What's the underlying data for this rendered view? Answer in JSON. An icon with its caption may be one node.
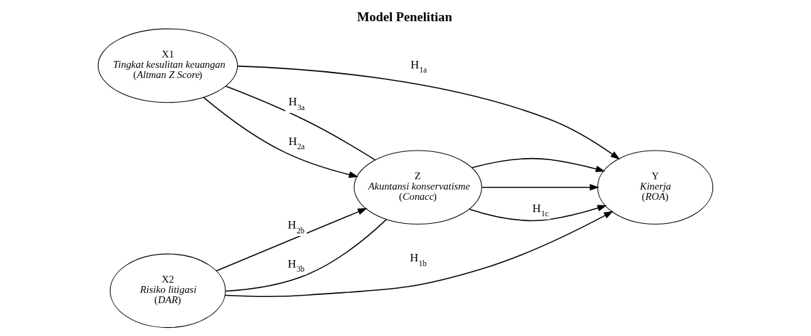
{
  "diagram": {
    "title": "Model Penelitian",
    "nodes": [
      {
        "text": [
          "X1",
          "*Tingkat kesulitan keuangan*",
          "(*Altman Z Score*)"
        ]
      },
      {
        "text": [
          "X2",
          "*Risiko litigasi*",
          "(*DAR*)"
        ]
      },
      {
        "text": [
          "Z",
          "*Akuntansi konservatisme*",
          "(*Conacc*)"
        ]
      },
      {
        "text": [
          "Y",
          "*Kinerja*",
          "(*ROA*)"
        ]
      }
    ],
    "edges": [
      {
        "from": 0,
        "to": 3,
        "arrow": "to",
        "label": "H$_{1a}$"
      },
      {
        "from": 0,
        "to": 2,
        "arrow": "none",
        "label": "H$_{3a}$"
      },
      {
        "from": 0,
        "to": 2,
        "arrow": "to",
        "label": "H$_{2a}$"
      },
      {
        "from": 1,
        "to": 2,
        "arrow": "to",
        "label": "H$_{2b}$"
      },
      {
        "from": 1,
        "to": 2,
        "arrow": "none",
        "label": "H$_{3b}$"
      },
      {
        "from": 1,
        "to": 3,
        "arrow": "to",
        "label": "H$_{1b}$"
      },
      {
        "from": 2,
        "to": 3,
        "arrow": "to"
      },
      {
        "from": 2,
        "to": 3,
        "arrow": "to",
        "label": "H$_{1c}$"
      },
      {
        "from": 2,
        "to": 3,
        "arrow": "to"
      }
    ]
  }
}
